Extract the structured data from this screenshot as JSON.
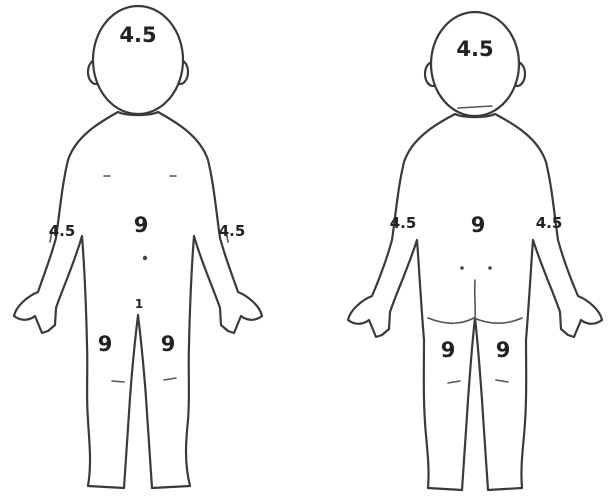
{
  "front": {
    "head": "4.5",
    "trunk": "9",
    "left_arm": "4.5",
    "right_arm": "4.5",
    "perineum": "1",
    "left_leg": "9",
    "right_leg": "9"
  },
  "back": {
    "head": "4.5",
    "trunk": "9",
    "left_arm": "4.5",
    "right_arm": "4.5",
    "left_leg": "9",
    "right_leg": "9"
  },
  "colors": {
    "outline": "#3a3a3a",
    "text": "#222222",
    "background": "#ffffff"
  }
}
